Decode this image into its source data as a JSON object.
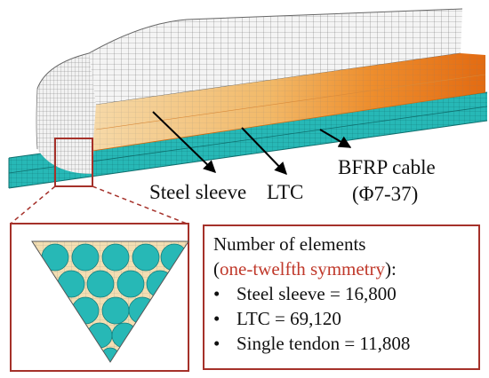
{
  "labels": {
    "steel_sleeve": "Steel sleeve",
    "ltc": "LTC",
    "cable_line1": "BFRP cable",
    "cable_line2": "(Φ7-37)"
  },
  "info": {
    "title_line1": "Number of elements",
    "open_paren": "(",
    "symmetry": "one-twelfth symmetry",
    "close_paren": "):",
    "bullet_symbol": "•",
    "items": [
      "Steel sleeve = 16,800",
      "LTC = 69,120",
      "Single tendon = 11,808"
    ]
  },
  "colors": {
    "cable": "#1fb5b5",
    "sleeve_mesh": "#8a8a8a",
    "ltc_light": "#f2c07a",
    "ltc_dark": "#e8741c",
    "frame": "#a5312a",
    "highlight_text": "#c0392b"
  }
}
